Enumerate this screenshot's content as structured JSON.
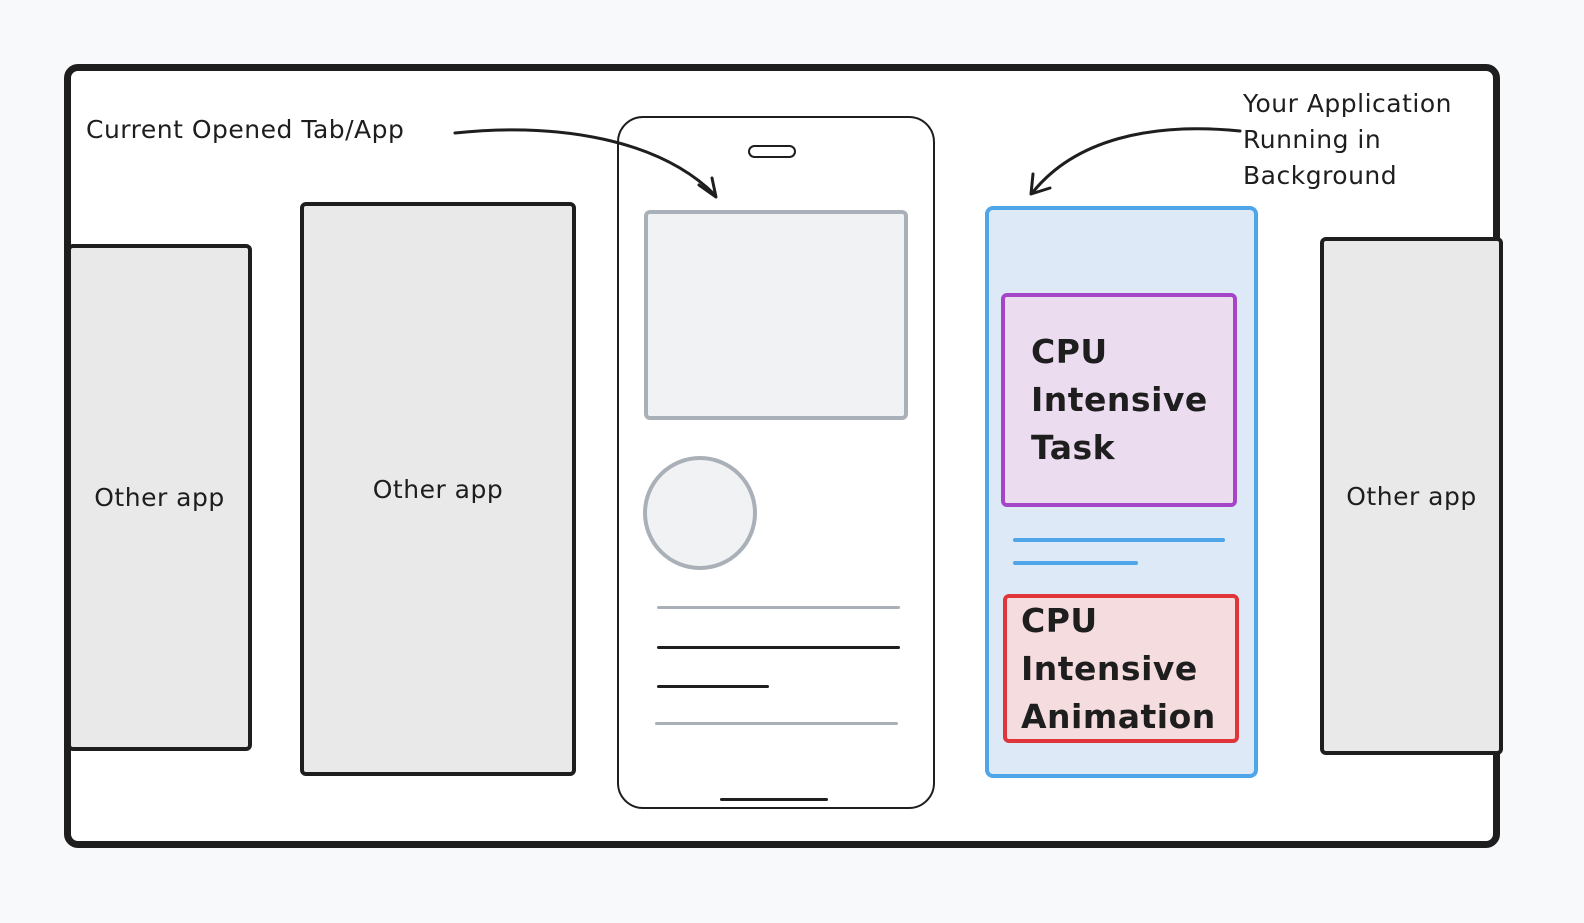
{
  "labels": {
    "current_tab": "Current Opened Tab/App",
    "background_app": [
      "Your Application",
      "Running in",
      "Background"
    ],
    "other_app": "Other app"
  },
  "tasks": {
    "cpu_task": [
      "CPU",
      "Intensive",
      "Task"
    ],
    "cpu_animation": [
      "CPU",
      "Intensive",
      "Animation"
    ]
  },
  "colors": {
    "outline": "#1e1e1e",
    "other_app_fill": "#e9e9e9",
    "background_app_stroke": "#4ea6e8",
    "background_app_fill": "#dde9f6",
    "task_stroke": "#a545c7",
    "task_fill": "#ecdcf0",
    "animation_stroke": "#e0353b",
    "animation_fill": "#f5dcdf",
    "placeholder_gray": "#a9b0b8"
  }
}
